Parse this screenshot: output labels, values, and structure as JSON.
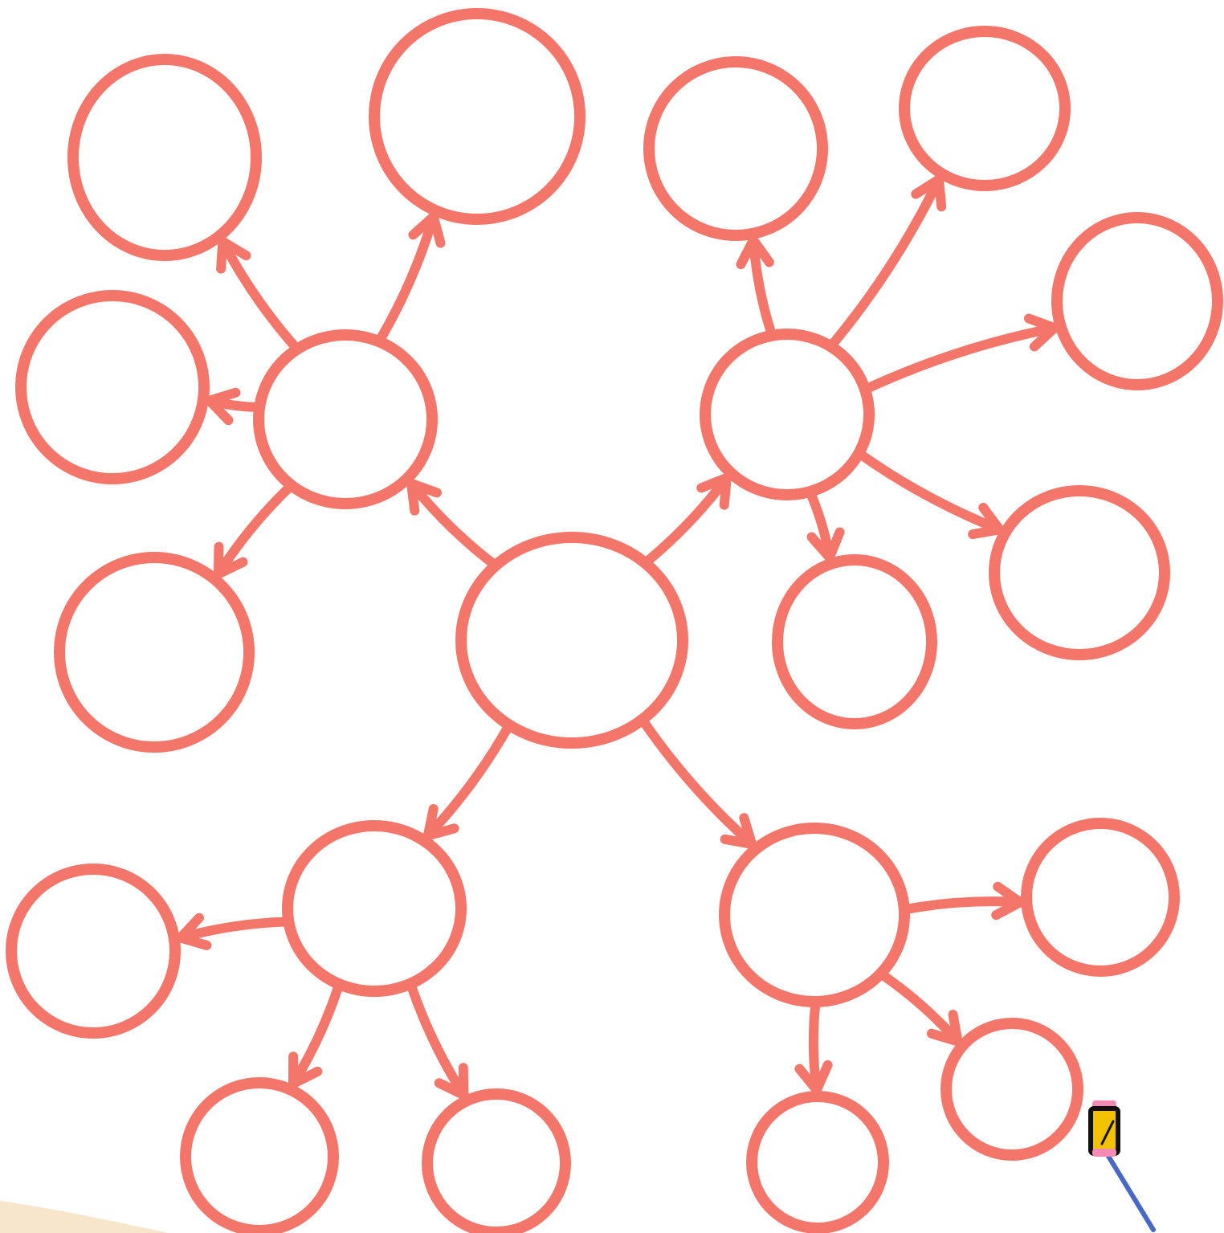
{
  "diagram": {
    "type": "bubble-map",
    "style": {
      "stroke_color": "#f4766a",
      "background_shape_color": "#f7e6cc",
      "pencil_body_color": "#f2c200",
      "pencil_outline_color": "#111111",
      "pencil_eraser_color": "#f38bb5",
      "pencil_line_color": "#4967c4"
    },
    "nodes": [
      {
        "id": "center"
      },
      {
        "id": "hub-left"
      },
      {
        "id": "hub-right"
      },
      {
        "id": "hub-bottom-left"
      },
      {
        "id": "hub-bottom-right"
      },
      {
        "id": "leaf-top-left"
      },
      {
        "id": "leaf-top-mid"
      },
      {
        "id": "leaf-left"
      },
      {
        "id": "leaf-left-lower"
      },
      {
        "id": "leaf-top-right-1"
      },
      {
        "id": "leaf-top-right-2"
      },
      {
        "id": "leaf-right-1"
      },
      {
        "id": "leaf-right-mid"
      },
      {
        "id": "leaf-right-2"
      },
      {
        "id": "leaf-bl-left"
      },
      {
        "id": "leaf-bl-down-1"
      },
      {
        "id": "leaf-bl-down-2"
      },
      {
        "id": "leaf-br-right"
      },
      {
        "id": "leaf-br-down-1"
      },
      {
        "id": "leaf-br-down-2"
      }
    ],
    "edges": [
      {
        "from": "center",
        "to": "hub-left"
      },
      {
        "from": "center",
        "to": "hub-right"
      },
      {
        "from": "center",
        "to": "hub-bottom-left"
      },
      {
        "from": "center",
        "to": "hub-bottom-right"
      },
      {
        "from": "hub-left",
        "to": "leaf-top-left"
      },
      {
        "from": "hub-left",
        "to": "leaf-top-mid"
      },
      {
        "from": "hub-left",
        "to": "leaf-left"
      },
      {
        "from": "hub-left",
        "to": "leaf-left-lower"
      },
      {
        "from": "hub-right",
        "to": "leaf-top-right-1"
      },
      {
        "from": "hub-right",
        "to": "leaf-top-right-2"
      },
      {
        "from": "hub-right",
        "to": "leaf-right-1"
      },
      {
        "from": "hub-right",
        "to": "leaf-right-2"
      },
      {
        "from": "hub-right",
        "to": "leaf-right-mid"
      },
      {
        "from": "hub-bottom-left",
        "to": "leaf-bl-left"
      },
      {
        "from": "hub-bottom-left",
        "to": "leaf-bl-down-1"
      },
      {
        "from": "hub-bottom-left",
        "to": "leaf-bl-down-2"
      },
      {
        "from": "hub-bottom-right",
        "to": "leaf-br-right"
      },
      {
        "from": "hub-bottom-right",
        "to": "leaf-br-down-1"
      },
      {
        "from": "hub-bottom-right",
        "to": "leaf-br-down-2"
      }
    ]
  },
  "decor": {
    "pencil_icon": "pencil-icon"
  }
}
